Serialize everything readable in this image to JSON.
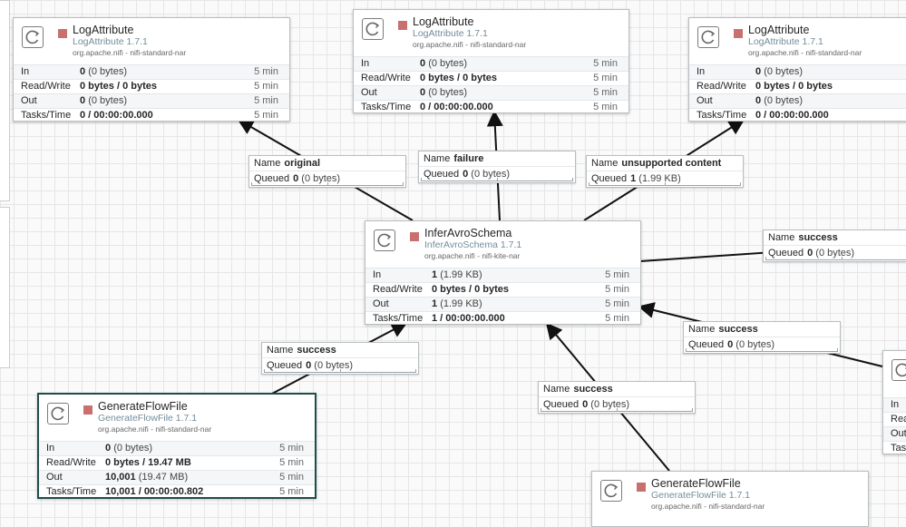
{
  "colors": {
    "canvas_bg": "#fafafa",
    "grid_line": "#e6e6e6",
    "stopped_indicator": "#c9706f",
    "type_text": "#728e9b",
    "connector": "#111111",
    "selected_border": "#1e4d4a"
  },
  "icons": {
    "processor": "processor-icon",
    "run_status": "stopped-status-icon"
  },
  "processors": {
    "log_left": {
      "name": "LogAttribute",
      "type": "LogAttribute 1.7.1",
      "bundle": "org.apache.nifi - nifi-standard-nar",
      "stats": [
        {
          "label": "In",
          "value": "0",
          "extra": "(0 bytes)",
          "time": "5 min"
        },
        {
          "label": "Read/Write",
          "value": "0 bytes / 0 bytes",
          "extra": "",
          "time": "5 min"
        },
        {
          "label": "Out",
          "value": "0",
          "extra": "(0 bytes)",
          "time": "5 min"
        },
        {
          "label": "Tasks/Time",
          "value": "0 / 00:00:00.000",
          "extra": "",
          "time": "5 min"
        }
      ]
    },
    "log_center": {
      "name": "LogAttribute",
      "type": "LogAttribute 1.7.1",
      "bundle": "org.apache.nifi - nifi-standard-nar",
      "stats": [
        {
          "label": "In",
          "value": "0",
          "extra": "(0 bytes)",
          "time": "5 min"
        },
        {
          "label": "Read/Write",
          "value": "0 bytes / 0 bytes",
          "extra": "",
          "time": "5 min"
        },
        {
          "label": "Out",
          "value": "0",
          "extra": "(0 bytes)",
          "time": "5 min"
        },
        {
          "label": "Tasks/Time",
          "value": "0 / 00:00:00.000",
          "extra": "",
          "time": "5 min"
        }
      ]
    },
    "log_right": {
      "name": "LogAttribute",
      "type": "LogAttribute 1.7.1",
      "bundle": "org.apache.nifi - nifi-standard-nar",
      "stats": [
        {
          "label": "In",
          "value": "0",
          "extra": "(0 bytes)",
          "time": "5 min"
        },
        {
          "label": "Read/Write",
          "value": "0 bytes / 0 bytes",
          "extra": "",
          "time": "5 min"
        },
        {
          "label": "Out",
          "value": "0",
          "extra": "(0 bytes)",
          "time": "5 min"
        },
        {
          "label": "Tasks/Time",
          "value": "0 / 00:00:00.000",
          "extra": "",
          "time": "5 min"
        }
      ]
    },
    "infer": {
      "name": "InferAvroSchema",
      "type": "InferAvroSchema 1.7.1",
      "bundle": "org.apache.nifi - nifi-kite-nar",
      "stats": [
        {
          "label": "In",
          "value": "1",
          "extra": "(1.99 KB)",
          "time": "5 min"
        },
        {
          "label": "Read/Write",
          "value": "0 bytes / 0 bytes",
          "extra": "",
          "time": "5 min"
        },
        {
          "label": "Out",
          "value": "1",
          "extra": "(1.99 KB)",
          "time": "5 min"
        },
        {
          "label": "Tasks/Time",
          "value": "1 / 00:00:00.000",
          "extra": "",
          "time": "5 min"
        }
      ]
    },
    "gen_left": {
      "name": "GenerateFlowFile",
      "type": "GenerateFlowFile 1.7.1",
      "bundle": "org.apache.nifi - nifi-standard-nar",
      "stats": [
        {
          "label": "In",
          "value": "0",
          "extra": "(0 bytes)",
          "time": "5 min"
        },
        {
          "label": "Read/Write",
          "value": "0 bytes / 19.47 MB",
          "extra": "",
          "time": "5 min"
        },
        {
          "label": "Out",
          "value": "10,001",
          "extra": "(19.47 MB)",
          "time": "5 min"
        },
        {
          "label": "Tasks/Time",
          "value": "10,001 / 00:00:00.802",
          "extra": "",
          "time": "5 min"
        }
      ]
    },
    "gen_bottom": {
      "name": "GenerateFlowFile",
      "type": "GenerateFlowFile 1.7.1",
      "bundle": "org.apache.nifi - nifi-standard-nar"
    },
    "edge_right": {
      "stat_labels": [
        "In",
        "Rea",
        "Out",
        "Tas"
      ]
    }
  },
  "connections": {
    "original": {
      "name_label": "Name",
      "name": "original",
      "queued_label": "Queued",
      "queued_count": "0",
      "queued_size": "(0 bytes)"
    },
    "failure": {
      "name_label": "Name",
      "name": "failure",
      "queued_label": "Queued",
      "queued_count": "0",
      "queued_size": "(0 bytes)"
    },
    "unsupported": {
      "name_label": "Name",
      "name": "unsupported content",
      "queued_label": "Queued",
      "queued_count": "1",
      "queued_size": "(1.99 KB)"
    },
    "success_right": {
      "name_label": "Name",
      "name": "success",
      "queued_label": "Queued",
      "queued_count": "0",
      "queued_size": "(0 bytes)"
    },
    "success_left": {
      "name_label": "Name",
      "name": "success",
      "queued_label": "Queued",
      "queued_count": "0",
      "queued_size": "(0 bytes)"
    },
    "success_mid": {
      "name_label": "Name",
      "name": "success",
      "queued_label": "Queued",
      "queued_count": "0",
      "queued_size": "(0 bytes)"
    },
    "success_bottom": {
      "name_label": "Name",
      "name": "success",
      "queued_label": "Queued",
      "queued_count": "0",
      "queued_size": "(0 bytes)"
    }
  }
}
